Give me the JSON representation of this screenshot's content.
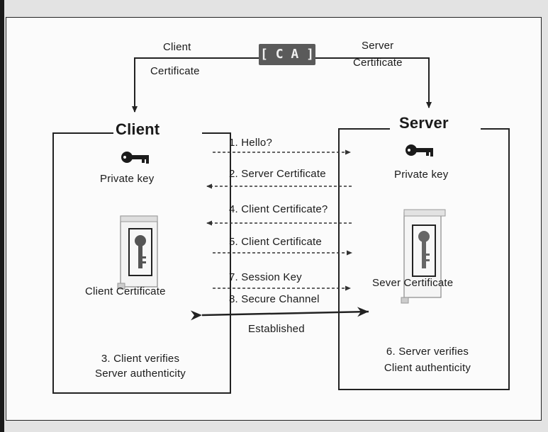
{
  "ca_label": "[ C A ]",
  "top": {
    "client_cert_line1": "Client",
    "client_cert_line2": "Certificate",
    "server_cert_line1": "Server",
    "server_cert_line2": "Certificate"
  },
  "client": {
    "title": "Client",
    "private_key": "Private key",
    "certificate": "Client Certificate",
    "verifies_line1": "3. Client verifies",
    "verifies_line2": "Server authenticity"
  },
  "server": {
    "title": "Server",
    "private_key": "Private key",
    "certificate": "Sever Certificate",
    "verifies_line1": "6. Server verifies",
    "verifies_line2": "Client authenticity"
  },
  "messages": [
    "1. Hello?",
    "2. Server Certificate",
    "4. Client Certificate?",
    "5. Client Certificate",
    "7. Session Key",
    "8. Secure Channel"
  ],
  "established": "Established",
  "colors": {
    "ca_fill": "#5a5a5a",
    "scan_bg": "#e3e3e3",
    "line": "#222222"
  },
  "icons": [
    "key-icon",
    "certificate-icon"
  ]
}
